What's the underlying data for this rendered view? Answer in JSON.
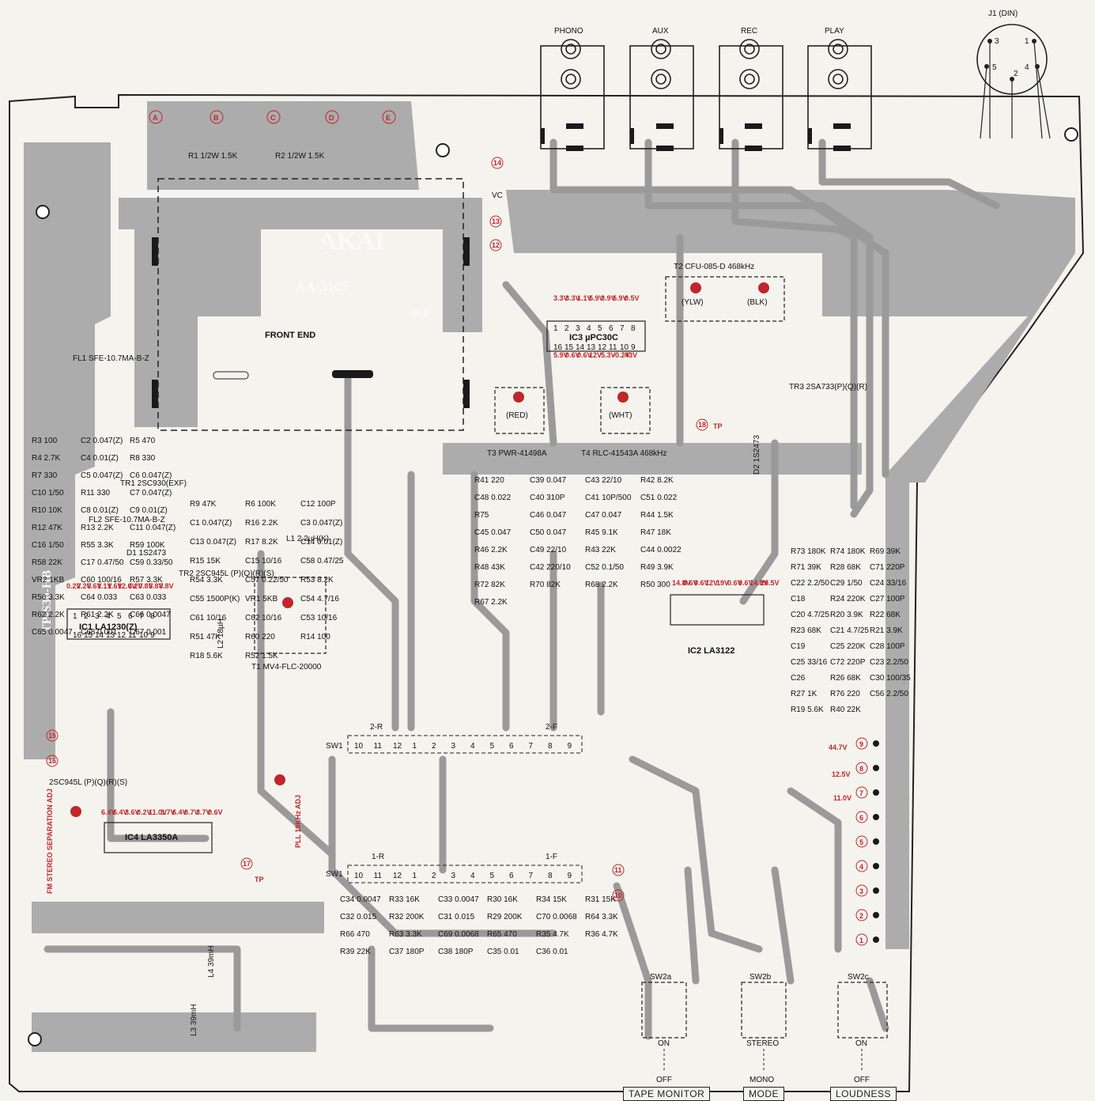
{
  "board": {
    "model_label": "TP-S30-HB",
    "jacks": [
      "PHONO",
      "AUX",
      "REC",
      "PLAY"
    ],
    "din_label": "J1 (DIN)",
    "din_pins": [
      "1",
      "2",
      "3",
      "4",
      "5"
    ],
    "edge_letters": [
      "A",
      "B",
      "C",
      "D",
      "E"
    ],
    "front_end": {
      "brand": "AKAI",
      "model": "AA-5105",
      "code": "3ED",
      "label": "FRONT END"
    },
    "resistors_top": [
      "R1 1/2W 1.5K",
      "R2 1/2W 1.5K"
    ],
    "vc_label": "VC",
    "ic_labels": {
      "ic1": "IC1 LA1230(Z)",
      "ic2": "IC2 LA3122",
      "ic3": "IC3 µPC30C",
      "ic4": "IC4 LA3350A"
    },
    "transformers": {
      "t2": "T2 CFU-085-D 468kHz",
      "t2_ylw": "(YLW)",
      "t2_blk": "(BLK)",
      "t3": "T3 PWR-41498A",
      "t3_red": "(RED)",
      "t4": "T4 RLC-41543A 468kHz",
      "t4_wht": "(WHT)",
      "t1": "T1 MV4-FLC-20000"
    },
    "filters": {
      "fl1": "FL1 SFE-10.7MA-B-Z",
      "fl2": "FL2 SFE-10.7MA-B-Z"
    },
    "transistors": {
      "tr1": "TR1 2SC930(EXF)",
      "tr2": "TR2 2SC945L (P)(Q)(R)(S)",
      "tr3": "TR3 2SA733(P)(Q)(R)",
      "tr4": "2SC945L (P)(Q)(R)(S)"
    },
    "diodes": [
      "D1 1S2473",
      "D2 1S2473"
    ],
    "inductors": [
      "L1 2.2µH(K)",
      "L2 18µH",
      "L3 39mH",
      "L4 39mH"
    ],
    "components_left": [
      "R3 100",
      "C2 0.047(Z)",
      "R5 470",
      "R4 2.7K",
      "C4 0.01(Z)",
      "R8 330",
      "R7 330",
      "C5 0.047(Z)",
      "C6 0.047(Z)",
      "C10 1/50",
      "R11 330",
      "C7 0.047(Z)",
      "R10 10K",
      "C8 0.01(Z)",
      "C9 0.01(Z)",
      "R12 47K",
      "R13 2.2K",
      "C11 0.047(Z)",
      "C16 1/50",
      "R55 3.3K",
      "R59 100K",
      "R58 22K",
      "C17 0.47/50",
      "C59 0.33/50",
      "VR2 1KB",
      "C60 100/16",
      "R57 3.3K",
      "R56 3.3K",
      "C64 0.033",
      "C63 0.033",
      "R62 2.2K",
      "R61 2.2K",
      "C66 0.0047",
      "C65 0.0047",
      "C68 0.001",
      "C67 0.001"
    ],
    "components_mid": [
      "R9 47K",
      "R6 100K",
      "C12 100P",
      "C1 0.047(Z)",
      "R16 2.2K",
      "C3 0.047(Z)",
      "C13 0.047(Z)",
      "R17 8.2K",
      "C14 0.01(Z)",
      "R15 15K",
      "C15 10/16",
      "C58 0.47/25",
      "R54 3.3K",
      "C57 0.22/50",
      "R53 8.2K",
      "C55 1500P(K)",
      "VR1 5KB",
      "C54 4.7/16",
      "C61 10/16",
      "C62 10/16",
      "C53 10/16",
      "R51 47K",
      "R60 220",
      "R14 100",
      "R18 5.6K",
      "R52 1.5K"
    ],
    "components_center": [
      "R41 220",
      "C39 0.047",
      "C43 22/10",
      "R42 8.2K",
      "C48 0.022",
      "C40 310P",
      "C41 10P/500",
      "C51 0.022",
      "R75",
      "C46 0.047",
      "C47 0.047",
      "R44 1.5K",
      "C45 0.047",
      "C50 0.047",
      "R45 9.1K",
      "R47 18K",
      "R46 2.2K",
      "C49 22/10",
      "R43 22K",
      "C44 0.0022",
      "R48 43K",
      "C42 220/10",
      "C52 0.1/50",
      "R49 3.9K",
      "R72 82K",
      "R70 82K",
      "R68 2.2K",
      "R50 300",
      "R67 2.2K"
    ],
    "components_right": [
      "R73 180K",
      "R74 180K",
      "R69 39K",
      "R71 39K",
      "R28 68K",
      "C71 220P",
      "C22 2.2/50",
      "C29 1/50",
      "C24 33/16",
      "C18",
      "R24 220K",
      "C27 100P",
      "C20 4.7/25",
      "R20 3.9K",
      "R22 68K",
      "R23 68K",
      "C21 4.7/25",
      "R21 3.9K",
      "C19",
      "C25 220K",
      "C28 100P",
      "C25 33/16",
      "C72 220P",
      "C23 2.2/50",
      "C26",
      "R26 68K",
      "C30 100/35",
      "R27 1K",
      "R76 220",
      "C56 2.2/50",
      "R19 5.6K",
      "R40 22K"
    ],
    "components_switch": [
      "C34 0.0047",
      "R33 16K",
      "C33 0.0047",
      "R30 16K",
      "R34 15K",
      "R31 15K",
      "C32 0.015",
      "R32 200K",
      "C31 0.015",
      "R29 200K",
      "C70 0.0068",
      "R64 3.3K",
      "R66 470",
      "R63 3.3K",
      "C69 0.0068",
      "R65 470",
      "R35 4.7K",
      "R36 4.7K",
      "R39 22K",
      "C37 180P",
      "C38 180P",
      "C35 0.01",
      "C36 0.01"
    ],
    "switch_sw1_top": {
      "label": "SW1",
      "left": "2-R",
      "right": "2-F",
      "pins": [
        "10",
        "11",
        "12",
        "1",
        "2",
        "3",
        "4",
        "5",
        "6",
        "7",
        "8",
        "9"
      ]
    },
    "switch_sw1_bottom": {
      "label": "SW1",
      "left": "1-R",
      "right": "1-F",
      "pins": [
        "10",
        "11",
        "12",
        "1",
        "2",
        "3",
        "4",
        "5",
        "6",
        "7",
        "8",
        "9"
      ]
    },
    "voltages_right": [
      "44.7V",
      "12.5V",
      "11.0V"
    ],
    "connector_pins": [
      "9",
      "8",
      "7",
      "6",
      "5",
      "4",
      "3",
      "2",
      "1"
    ],
    "numbered_pads": [
      "10",
      "11",
      "12",
      "13",
      "14",
      "15",
      "16",
      "17",
      "18"
    ],
    "tp_labels": [
      "TP",
      "TP"
    ],
    "adjust_labels": {
      "stereo_sep": "FM STEREO SEPARATION ADJ",
      "pll": "PLL 19KHz ADJ"
    },
    "switches_bottom": [
      {
        "id": "SW2a",
        "on": "ON",
        "off": "OFF",
        "label": "TAPE MONITOR"
      },
      {
        "id": "SW2b",
        "on": "STEREO",
        "off": "MONO",
        "label": "MODE"
      },
      {
        "id": "SW2c",
        "on": "ON",
        "off": "OFF",
        "label": "LOUDNESS"
      }
    ],
    "voltages_ic1": [
      "0.2V",
      "2.2V",
      "6.6V",
      "1.1V",
      "1.6V",
      "12.0V",
      "4.2V",
      "0.8V",
      "5.8V",
      "3.8V"
    ],
    "voltages_ic3": [
      "3.3V",
      "3.3V",
      "1.1V",
      "5.9V",
      "3.9V",
      "5.9V",
      "0.5V",
      "5.9V",
      "0.6V",
      "0.6V",
      "12V",
      "5.3V",
      "-0.2V",
      "43V"
    ],
    "voltages_ic4": [
      "6.4V",
      "6.4V",
      "3.6V",
      "0.2V",
      "11.0V",
      "3.7V",
      "6.4V",
      "0.7V",
      "3.7V",
      "0.6V"
    ],
    "voltages_ic2": [
      "14.8V",
      "0.6V",
      "0.6V",
      "12V",
      "19V",
      "0.6V",
      "0.6V",
      "14.8V",
      "28.5V"
    ],
    "colors": {
      "board": "#a9a9a9",
      "trace": "#9a9a9a",
      "voltage": "#c0262b",
      "background": "#f4f3ee"
    }
  }
}
